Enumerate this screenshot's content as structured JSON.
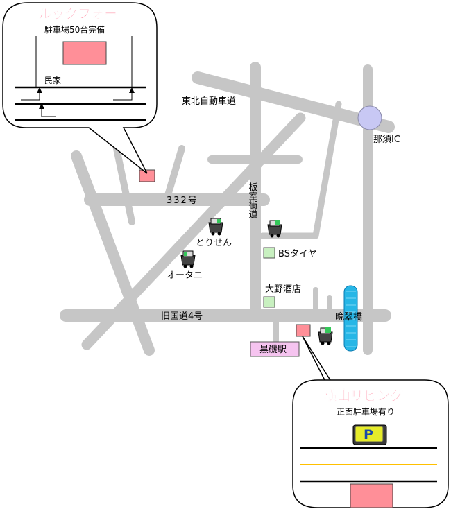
{
  "labels": {
    "lookfor_title": "ルックフォー",
    "lookfor_parking": "駐車場50台完備",
    "minka": "民家",
    "tohoku_expressway": "東北自動車道",
    "nasu_ic": "那須IC",
    "route332": "332号",
    "itamuro_kaido": "板室街道",
    "torisen": "とりせん",
    "otani": "オータニ",
    "bs_tire": "BSタイヤ",
    "ono_sake": "大野酒店",
    "old_route4": "旧国道4号",
    "bansuibashi": "晩翠橋",
    "kuroiso_station": "黒磯駅",
    "yokoyama_title": "横山リビング",
    "yokoyama_parking": "正面駐車場有り",
    "parking_sign": "P"
  },
  "colors": {
    "road": "#c6c6c6",
    "shop_marker": "#ff8f98",
    "store_box": "#c8f0c0",
    "station_box": "#f6c4f0",
    "ic_circle": "#c8c8f4",
    "river": "#27b6e6",
    "title_pink": "#ff6d8a",
    "yellow_line": "#ffc000",
    "parking_sign": "#e6ec2a"
  }
}
